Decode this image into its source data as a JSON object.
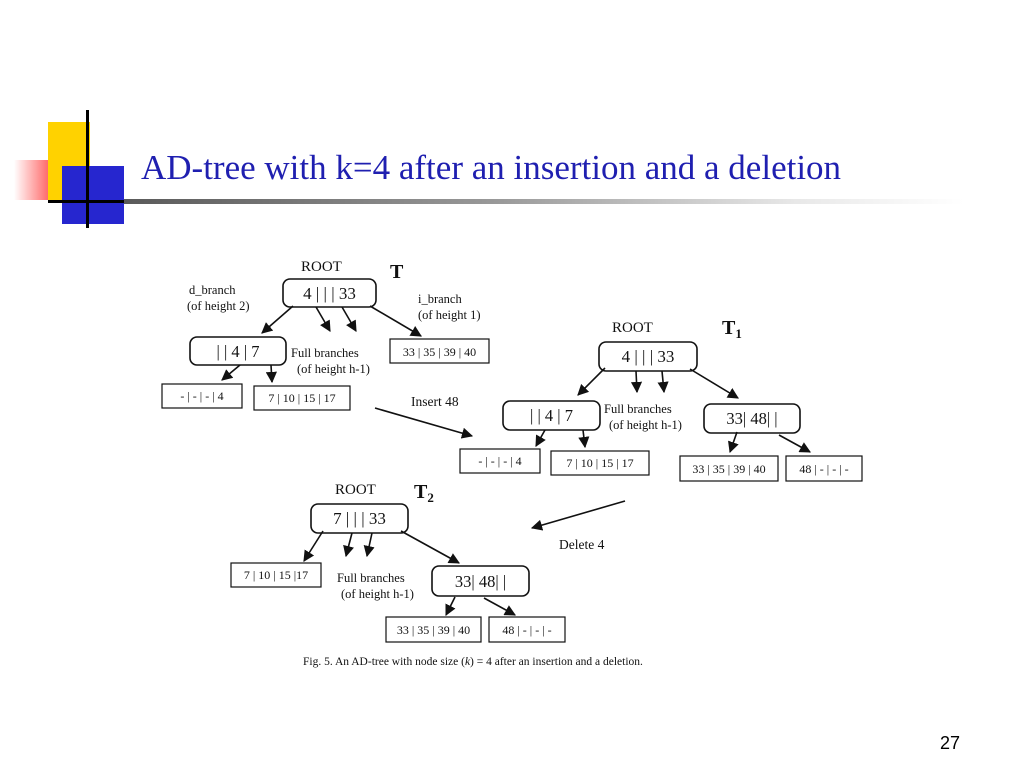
{
  "slide": {
    "title": "AD-tree with k=4 after an insertion and a deletion",
    "page_number": "27",
    "accent_color": "#1f1fb0"
  },
  "figure": {
    "caption_pre": "Fig. 5. An AD-tree with node size (",
    "caption_k": "k",
    "caption_post": ") = 4 after an insertion and a deletion.",
    "tree_T": {
      "root_label": "ROOT",
      "name": "T",
      "root_node": "4 | | | 33",
      "d_branch_label": "d_branch",
      "d_branch_height": "(of height 2)",
      "i_branch_label": "i_branch",
      "i_branch_height": "(of height 1)",
      "d_node": "| | 4 | 7",
      "full_branches": "Full branches",
      "full_branches_height": "(of height h-1)",
      "leaf_1": "- | - | - | 4",
      "leaf_2": "7 | 10 | 15 | 17",
      "i_leaf": "33 | 35 | 39 | 40"
    },
    "tree_T1": {
      "root_label": "ROOT",
      "name": "T",
      "subscript": "1",
      "root_node": "4 | | | 33",
      "d_node": "| | 4 | 7",
      "full_branches": "Full branches",
      "full_branches_height": "(of height h-1)",
      "i_node": "33| 48| |",
      "leaf_1": "- | - | - | 4",
      "leaf_2": "7 | 10 | 15 | 17",
      "leaf_3": "33 | 35 | 39 | 40",
      "leaf_4": "48 | - | - | -"
    },
    "tree_T2": {
      "root_label": "ROOT",
      "name": "T",
      "subscript": "2",
      "root_node": "7 | | | 33",
      "leaf_1": "7 | 10 | 15 |17",
      "full_branches": "Full branches",
      "full_branches_height": "(of height h-1)",
      "i_node": "33| 48| |",
      "leaf_2": "33 | 35 | 39 | 40",
      "leaf_3": "48 | - | - | -"
    },
    "insert_label": "Insert 48",
    "delete_label": "Delete 4"
  }
}
